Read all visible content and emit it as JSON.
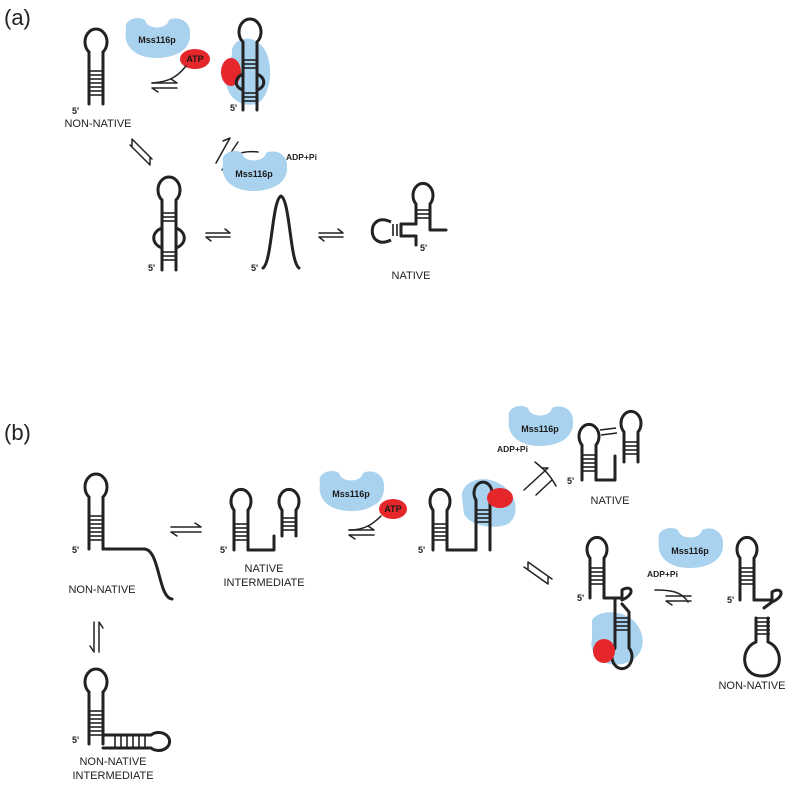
{
  "colors": {
    "protein": "#a9d2ee",
    "atp": "#e5262a",
    "rna": "#222222",
    "background": "#ffffff"
  },
  "panel_a": {
    "label": "(a)",
    "non_native": "NON-NATIVE",
    "native": "NATIVE",
    "protein": "Mss116p",
    "atp": "ATP",
    "adp_pi": "ADP+Pi",
    "five_prime": "5'"
  },
  "panel_b": {
    "label": "(b)",
    "non_native": "NON-NATIVE",
    "native_intermediate_line1": "NATIVE",
    "native_intermediate_line2": "INTERMEDIATE",
    "non_native_intermediate_line1": "NON-NATIVE",
    "non_native_intermediate_line2": "INTERMEDIATE",
    "native": "NATIVE",
    "non_native_right": "NON-NATIVE",
    "protein": "Mss116p",
    "atp": "ATP",
    "adp_pi": "ADP+Pi",
    "five_prime": "5'"
  }
}
